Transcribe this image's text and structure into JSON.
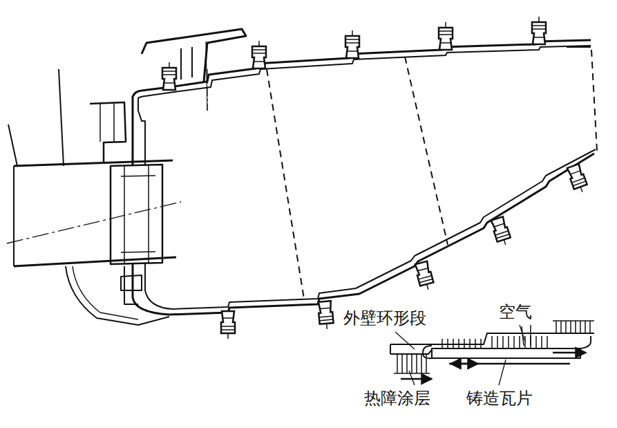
{
  "diagram": {
    "labels": [
      "外壁环形段",
      "空气",
      "热障涂层",
      "铸造瓦片"
    ]
  }
}
